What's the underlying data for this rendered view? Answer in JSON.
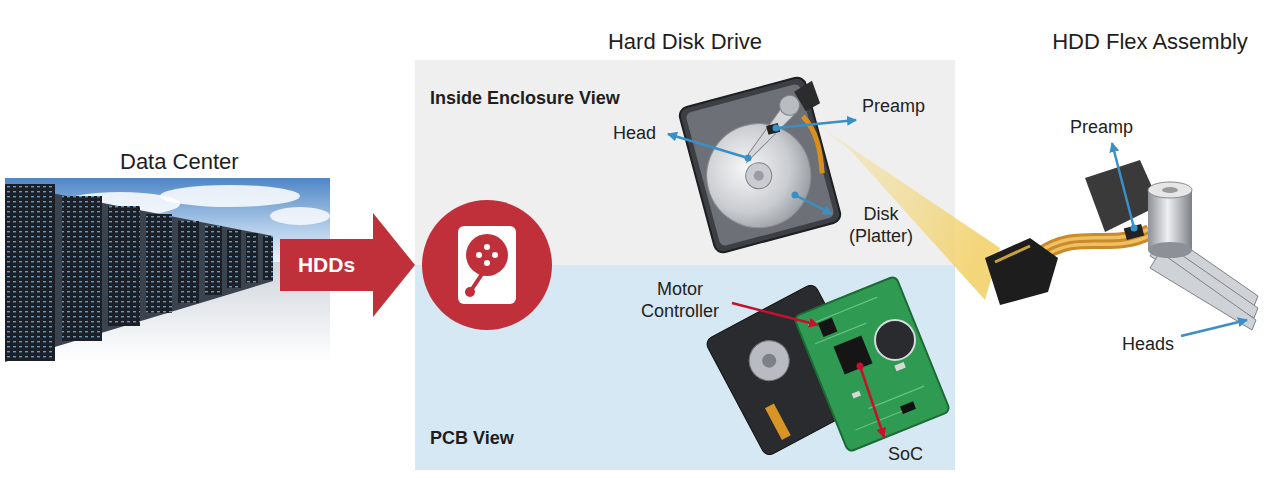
{
  "diagram": {
    "nodes": [
      {
        "text": [
          "Data Center"
        ]
      },
      {
        "text": [
          "Hard Disk Drive"
        ]
      },
      {
        "text": [
          "Inside Enclosure View"
        ],
        "in": 1
      },
      {
        "text": [
          "PCB View"
        ],
        "in": 1
      },
      {
        "text": [
          "HDD Flex Assembly"
        ]
      }
    ],
    "edges": [
      {
        "from": 0,
        "to": 1,
        "label": "HDDs",
        "arrow": "to"
      }
    ],
    "labels": [
      "Head",
      "Preamp",
      "Disk (Platter)",
      "Motor Controller",
      "SoC",
      "Preamp",
      "Heads"
    ]
  }
}
